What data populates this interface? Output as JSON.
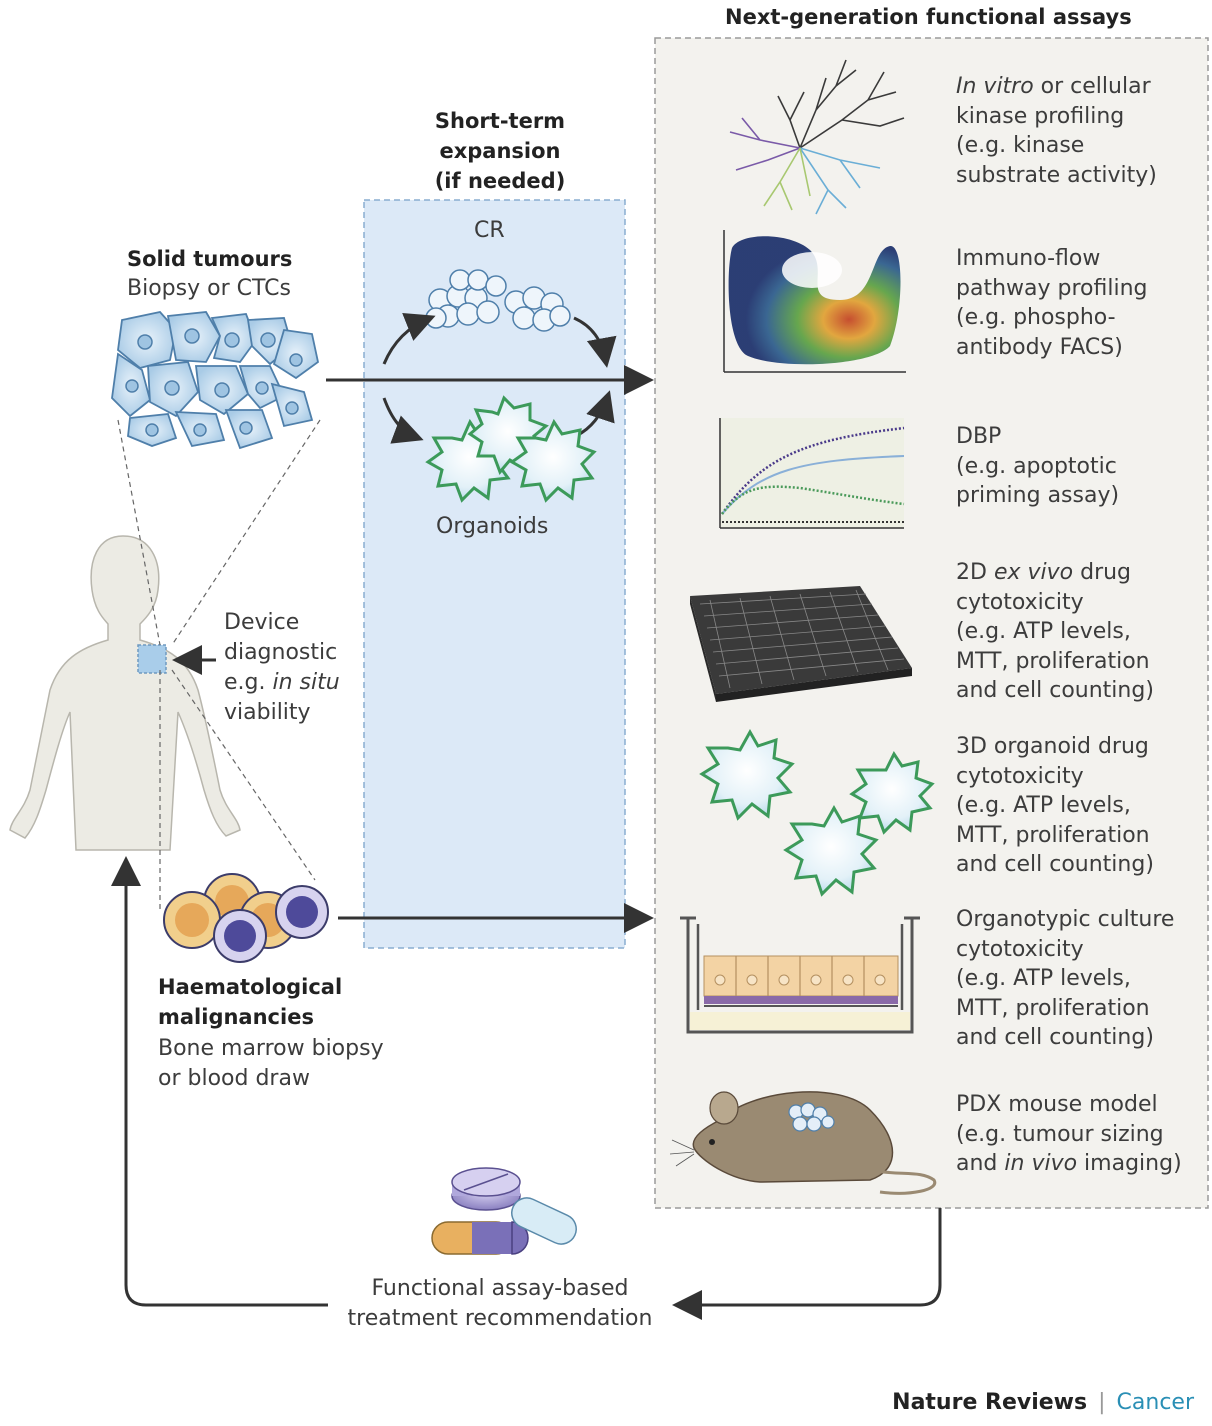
{
  "header": {
    "title": "Next-generation functional assays"
  },
  "expansion": {
    "title_lines": [
      "Short-term",
      "expansion",
      "(if needed)"
    ],
    "cr_label": "CR",
    "organoids_label": "Organoids"
  },
  "solid": {
    "title": "Solid tumours",
    "subtitle": "Biopsy or CTCs"
  },
  "device": {
    "lines": [
      "Device",
      "diagnostic"
    ],
    "line3_prefix": "e.g. ",
    "line3_italic": "in situ",
    "line4": "viability"
  },
  "haem": {
    "title_lines": [
      "Haematological",
      "malignancies"
    ],
    "sub_lines": [
      "Bone marrow biopsy",
      "or blood draw"
    ]
  },
  "assays": [
    {
      "id": "kinase",
      "italic_lead": "In vitro",
      "line1_rest": " or cellular",
      "lines": [
        "kinase profiling",
        "(e.g. kinase",
        "substrate activity)"
      ]
    },
    {
      "id": "immuno",
      "lines": [
        "Immuno-flow",
        "pathway profiling",
        "(e.g. phospho-",
        "antibody FACS)"
      ]
    },
    {
      "id": "dbp",
      "lines": [
        "DBP",
        "(e.g. apoptotic",
        "priming assay)"
      ]
    },
    {
      "id": "2d",
      "line1_prefix": "2D ",
      "italic_mid": "ex vivo",
      "line1_rest": " drug",
      "lines": [
        "cytotoxicity",
        "(e.g. ATP levels,",
        "MTT, proliferation",
        "and cell counting)"
      ]
    },
    {
      "id": "3d",
      "lines": [
        "3D organoid drug",
        "cytotoxicity",
        "(e.g. ATP levels,",
        "MTT, proliferation",
        "and cell counting)"
      ]
    },
    {
      "id": "organotypic",
      "lines": [
        "Organotypic culture",
        "cytotoxicity",
        "(e.g. ATP levels,",
        "MTT, proliferation",
        "and cell counting)"
      ]
    },
    {
      "id": "pdx",
      "lines": [
        "PDX mouse model",
        "(e.g. tumour sizing"
      ],
      "line3_prefix": "and ",
      "italic_mid": "in vivo",
      "line3_rest": " imaging)"
    }
  ],
  "recommendation": {
    "lines": [
      "Functional assay-based",
      "treatment recommendation"
    ]
  },
  "footer": {
    "journal": "Nature Reviews",
    "separator": "|",
    "section": "Cancer",
    "section_color": "#2a8fb5"
  },
  "colors": {
    "panel_bg": "#f3f2ee",
    "expansion_bg": "#dce9f7",
    "arrow": "#3a3a3a",
    "organoid_stroke": "#3c9a5a"
  }
}
